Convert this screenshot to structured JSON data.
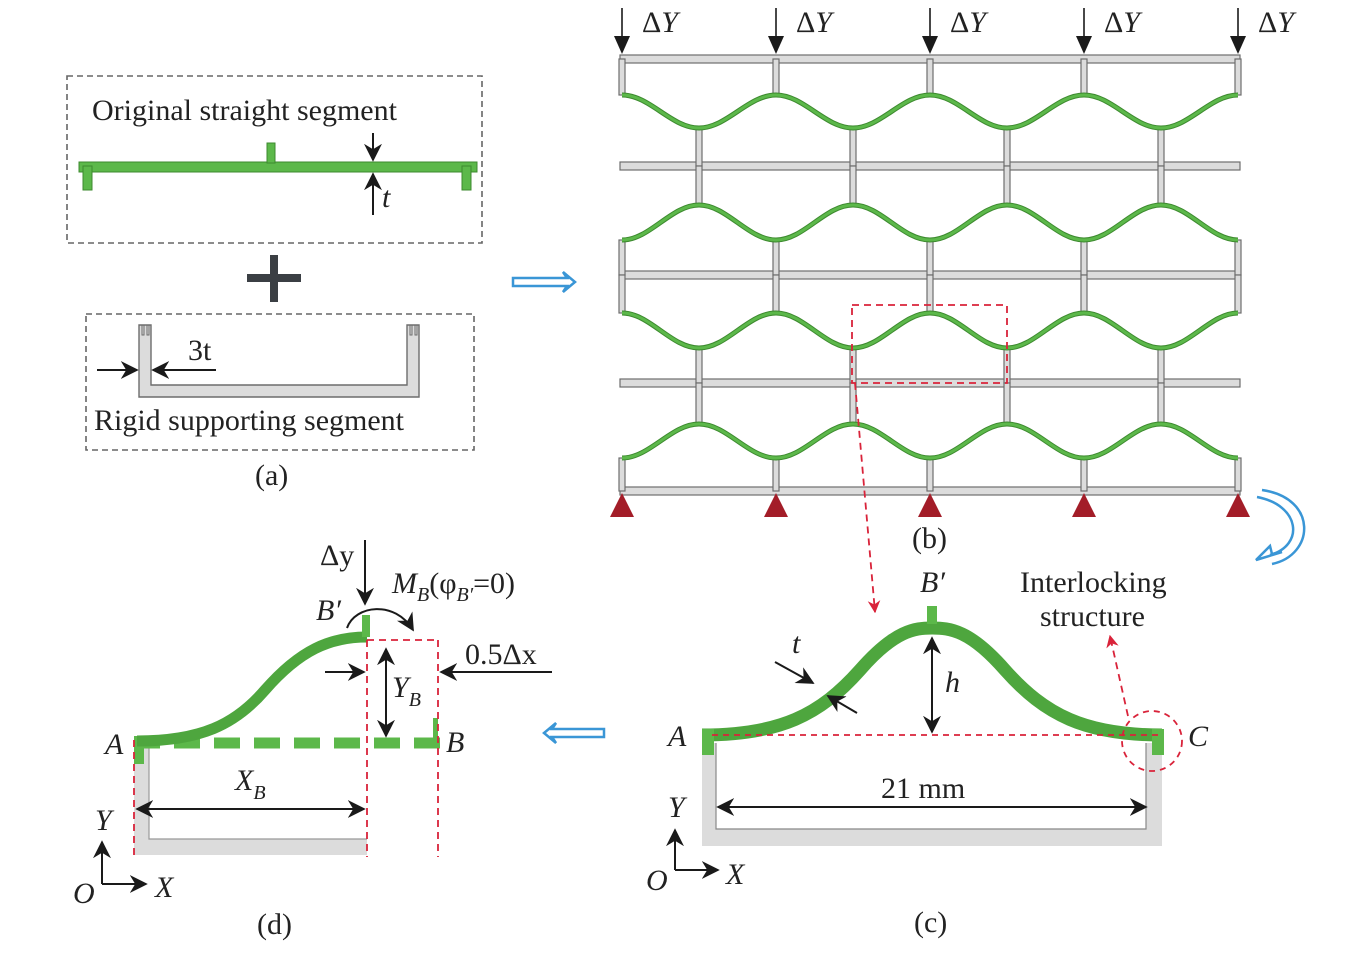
{
  "panel_a": {
    "top_box_label": "Original straight segment",
    "thickness_label": "t",
    "plus_symbol": "+",
    "bottom_box_label": "Rigid supporting segment",
    "wall_label": "3t",
    "caption": "(a)"
  },
  "panel_b": {
    "load_label": "ΔY",
    "load_count": 5,
    "columns": 4,
    "curved_rows": 4,
    "support_count": 5,
    "caption": "(b)"
  },
  "panel_c": {
    "point_a": "A",
    "point_b_prime": "B′",
    "point_c": "C",
    "thickness_label": "t",
    "height_label": "h",
    "span_label": "21 mm",
    "interlock_label_line1": "Interlocking",
    "interlock_label_line2": "structure",
    "axis_y": "Y",
    "axis_x": "X",
    "axis_origin": "O",
    "caption": "(c)"
  },
  "panel_d": {
    "load_label": "Δy",
    "moment_label": "M",
    "moment_sub": "B",
    "moment_cond_open": "(φ",
    "moment_cond_sub": "B′",
    "moment_cond_close": "=0)",
    "point_b_prime": "B′",
    "point_a": "A",
    "point_b": "B",
    "shift_label": "0.5Δx",
    "yb_label": "Y",
    "yb_sub": "B",
    "xb_label": "X",
    "xb_sub": "B",
    "axis_y": "Y",
    "axis_x": "X",
    "axis_origin": "O",
    "caption": "(d)"
  },
  "colors": {
    "beam_green": "#5cb84a",
    "support_gray": "#dcdcdc",
    "support_red": "#a31d28",
    "highlight_red": "#d9233a",
    "flow_arrow_blue": "#3a96d6"
  }
}
